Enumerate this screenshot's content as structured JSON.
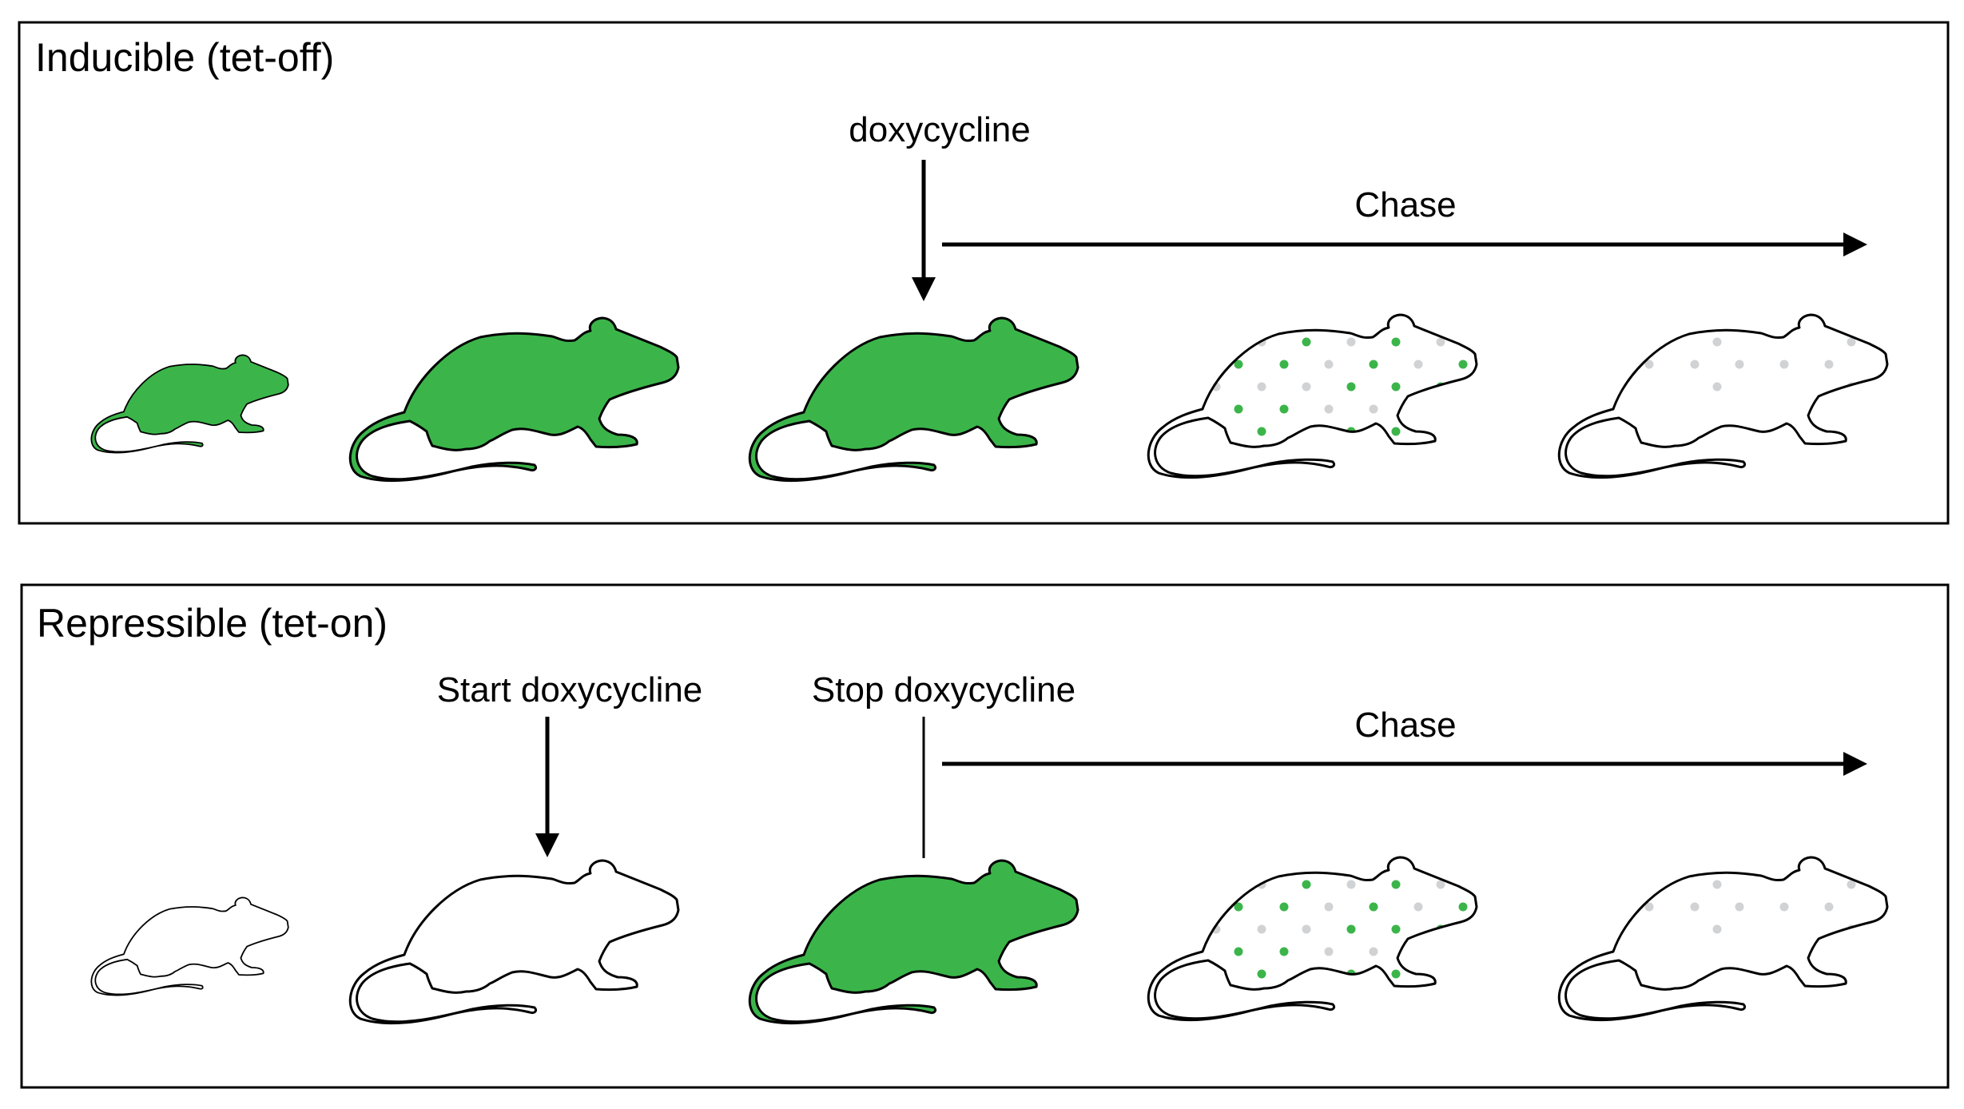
{
  "colors": {
    "green": "#3bb54a",
    "grey": "#d1d2d4",
    "outline": "#000000"
  },
  "panels": [
    {
      "title": "Inducible (tet-off)",
      "doxy_label": "doxycycline",
      "chase_label": "Chase",
      "mice": [
        "green-small",
        "green",
        "green",
        "dotted-mixed",
        "dotted-grey"
      ]
    },
    {
      "title": "Repressible (tet-on)",
      "start_label": "Start doxycycline",
      "stop_label": "Stop doxycycline",
      "chase_label": "Chase",
      "mice": [
        "white-small",
        "white",
        "green",
        "dotted-mixed",
        "dotted-grey"
      ]
    }
  ]
}
